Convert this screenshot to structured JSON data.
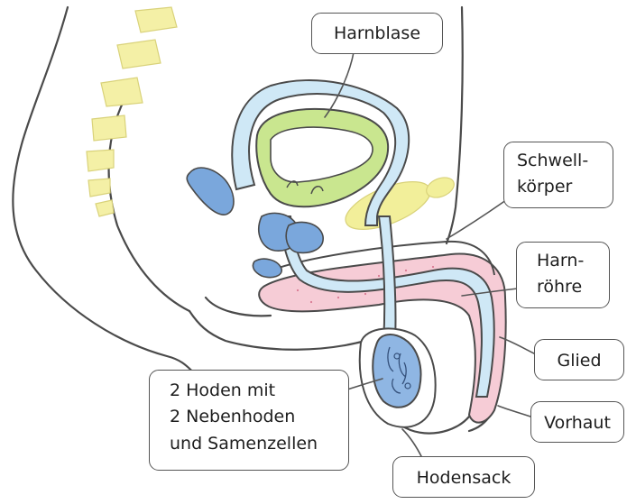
{
  "labels": {
    "harnblase": "Harnblase",
    "schwellkoerper": [
      "Schwell-",
      "körper"
    ],
    "harnroehre": [
      "Harn-",
      "röhre"
    ],
    "glied": "Glied",
    "vorhaut": "Vorhaut",
    "hodensack": "Hodensack",
    "hoden": [
      "2 Hoden mit",
      "2 Nebenhoden",
      "und Samenzellen"
    ]
  },
  "colors": {
    "outline": "#4a4a4a",
    "bone": "#f4f0a6",
    "bladder": "#c9e68f",
    "urethra": "#cfe8f6",
    "gland_blue": "#7aa7dc",
    "erectile_pink": "#f6ccd6",
    "testis_blue": "#8fb6e3",
    "prostate_yellow": "#f2ef9a"
  }
}
